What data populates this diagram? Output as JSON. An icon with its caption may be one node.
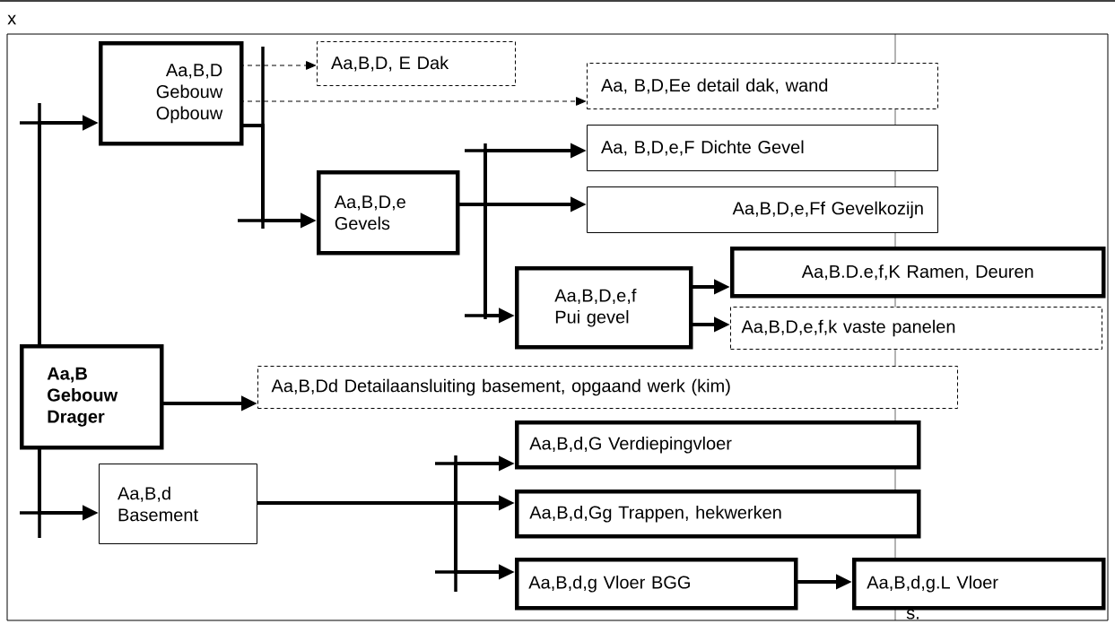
{
  "diagram": {
    "nodes": [
      {
        "text": [
          "Aa,B Gebouw Drager"
        ]
      },
      {
        "text": [
          "Aa,B,D Gebouw Opbouw"
        ]
      },
      {
        "text": [
          "Aa,B,D, E Dak"
        ]
      },
      {
        "text": [
          "Aa, B,D,Ee detail dak, wand"
        ]
      },
      {
        "text": [
          "Aa,B,D,e Gevels"
        ]
      },
      {
        "text": [
          "Aa, B,D,e,F Dichte Gevel"
        ]
      },
      {
        "text": [
          "Aa,B,D,e,Ff Gevelkozijn"
        ]
      },
      {
        "text": [
          "Aa,B,D,e,f Pui gevel"
        ]
      },
      {
        "text": [
          "Aa,B.D.e,f,K Ramen, Deuren"
        ]
      },
      {
        "text": [
          "Aa,B,D,e,f,k vaste panelen"
        ]
      },
      {
        "text": [
          "Aa,B,Dd Detailaansluiting basement, opgaand werk (kim)"
        ]
      },
      {
        "text": [
          "Aa,B,d Basement"
        ]
      },
      {
        "text": [
          "Aa,B,d,G Verdiepingvloer"
        ]
      },
      {
        "text": [
          "Aa,B,d,Gg Trappen, hekwerken"
        ]
      },
      {
        "text": [
          "Aa,B,d,g Vloer BGG"
        ]
      },
      {
        "text": [
          "Aa,B,d,g.L Vloer"
        ],
        "beside": [
          "s."
        ]
      }
    ],
    "edges": [
      {
        "from": 0,
        "to": 1,
        "arrow": "to"
      },
      {
        "from": 0,
        "to": 10,
        "arrow": "to"
      },
      {
        "from": 0,
        "to": 11,
        "arrow": "to"
      },
      {
        "from": 1,
        "to": 2,
        "arrow": "to",
        "style": "dashed"
      },
      {
        "from": 1,
        "to": 3,
        "arrow": "to",
        "style": "dashed"
      },
      {
        "from": 1,
        "to": 4,
        "arrow": "to"
      },
      {
        "from": 4,
        "to": 5,
        "arrow": "to"
      },
      {
        "from": 4,
        "to": 6,
        "arrow": "to"
      },
      {
        "from": 4,
        "to": 7,
        "arrow": "to"
      },
      {
        "from": 7,
        "to": 8,
        "arrow": "to"
      },
      {
        "from": 7,
        "to": 9,
        "arrow": "to"
      },
      {
        "from": 11,
        "to": 12,
        "arrow": "to"
      },
      {
        "from": 11,
        "to": 13,
        "arrow": "to"
      },
      {
        "from": 11,
        "to": 14,
        "arrow": "to"
      },
      {
        "from": 14,
        "to": 15,
        "arrow": "to"
      }
    ],
    "labels": [
      "x"
    ]
  }
}
